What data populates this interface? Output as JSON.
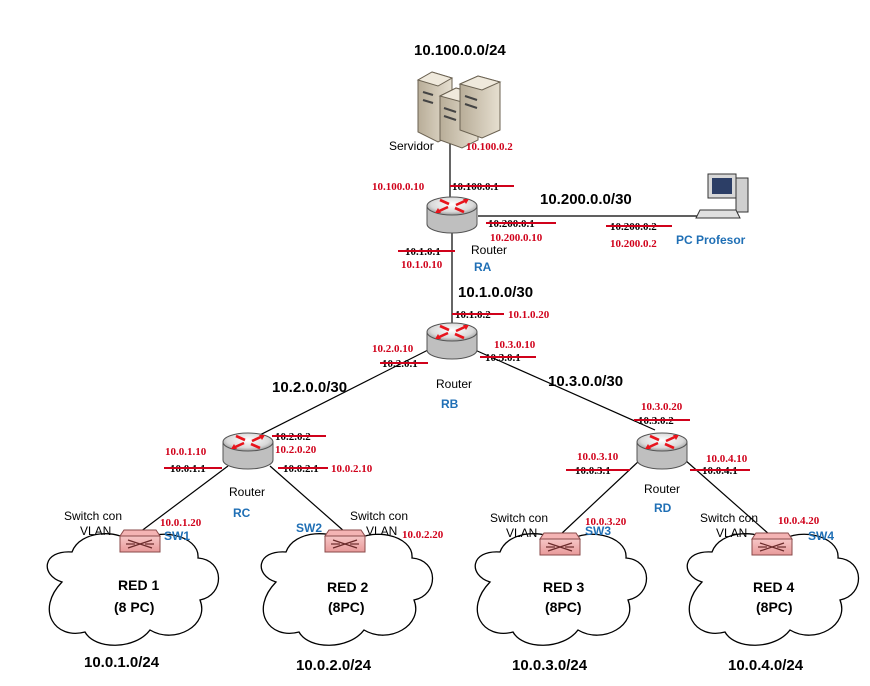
{
  "networks": {
    "server_net": "10.100.0.0/24",
    "prof_net": "10.200.0.0/30",
    "ra_rb_net": "10.1.0.0/30",
    "rb_rc_net": "10.2.0.0/30",
    "rb_rd_net": "10.3.0.0/30",
    "red1_net": "10.0.1.0/24",
    "red2_net": "10.0.2.0/24",
    "red3_net": "10.0.3.0/24",
    "red4_net": "10.0.4.0/24"
  },
  "devices": {
    "server_label": "Servidor",
    "router_label": "Router",
    "pc_label": "PC Profesor",
    "switch_label_1": "Switch con",
    "switch_label_2": "VLAN",
    "ra": "RA",
    "rb": "RB",
    "rc": "RC",
    "rd": "RD",
    "sw1": "SW1",
    "sw2": "SW2",
    "sw3": "SW3",
    "sw4": "SW4"
  },
  "clouds": {
    "red1_name": "RED 1",
    "red1_pcs": "(8 PC)",
    "red2_name": "RED 2",
    "red2_pcs": "(8PC)",
    "red3_name": "RED 3",
    "red3_pcs": "(8PC)",
    "red4_name": "RED 4",
    "red4_pcs": "(8PC)"
  },
  "addresses": {
    "server_new": "10.100.0.2",
    "ra_srv_new": "10.100.0.10",
    "ra_srv_old": "10.100.0.1",
    "ra_prof_old": "10.200.0.1",
    "ra_prof_new": "10.200.0.10",
    "pc_old": "10.200.0.2",
    "pc_new": "10.200.0.2",
    "ra_rb_old": "10.1.0.1",
    "ra_rb_new": "10.1.0.10",
    "rb_ra_old": "10.1.0.2",
    "rb_ra_new": "10.1.0.20",
    "rb_rc_new": "10.2.0.10",
    "rb_rc_old": "10.2.0.1",
    "rb_rd_new": "10.3.0.10",
    "rb_rd_old": "10.3.0.1",
    "rc_rb_old": "10.2.0.2",
    "rc_rb_new": "10.2.0.20",
    "rc_sw1_new": "10.0.1.10",
    "rc_sw1_old": "10.0.1.1",
    "rc_sw2_old": "10.0.2.1",
    "rc_sw2_new": "10.0.2.10",
    "sw1_addr": "10.0.1.20",
    "sw2_addr": "10.0.2.20",
    "rd_rb_new": "10.3.0.20",
    "rd_rb_old": "10.3.0.2",
    "rd_sw3_new": "10.0.3.10",
    "rd_sw3_old": "10.0.3.1",
    "rd_sw4_new": "10.0.4.10",
    "rd_sw4_old": "10.0.4.1",
    "sw3_addr": "10.0.3.20",
    "sw4_addr": "10.0.4.20"
  },
  "colors": {
    "accent_red": "#d0021b",
    "label_blue": "#1f6fb5",
    "router_red": "#e8141c"
  }
}
